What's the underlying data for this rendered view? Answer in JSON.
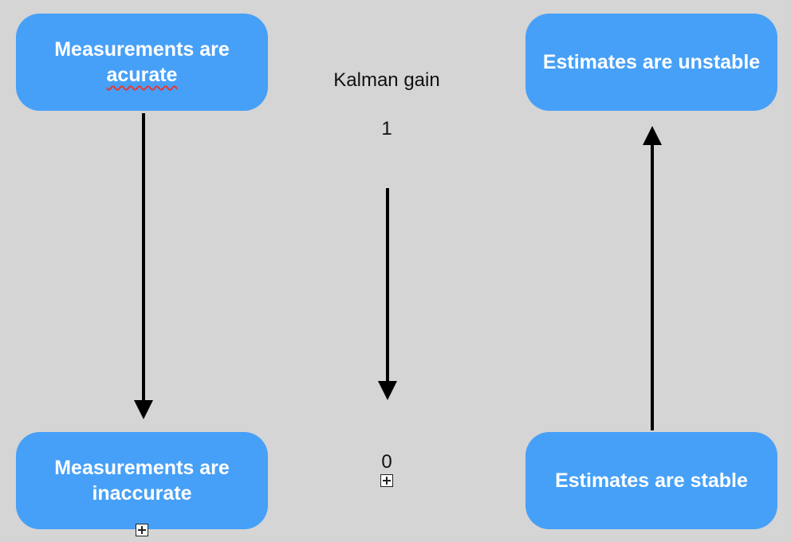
{
  "nodes": {
    "measurements_accurate": {
      "line1": "Measurements are",
      "line2": "acurate"
    },
    "measurements_inaccurate": {
      "line1": "Measurements are",
      "line2": "inaccurate"
    },
    "estimates_unstable": {
      "text": "Estimates are unstable"
    },
    "estimates_stable": {
      "text": "Estimates are stable"
    }
  },
  "kalman_gain": {
    "title": "Kalman gain",
    "high_value": "1",
    "low_value": "0"
  },
  "colors": {
    "background": "#d5d5d5",
    "node_fill": "#47a0f7",
    "node_text": "#ffffff",
    "arrow": "#000000"
  }
}
